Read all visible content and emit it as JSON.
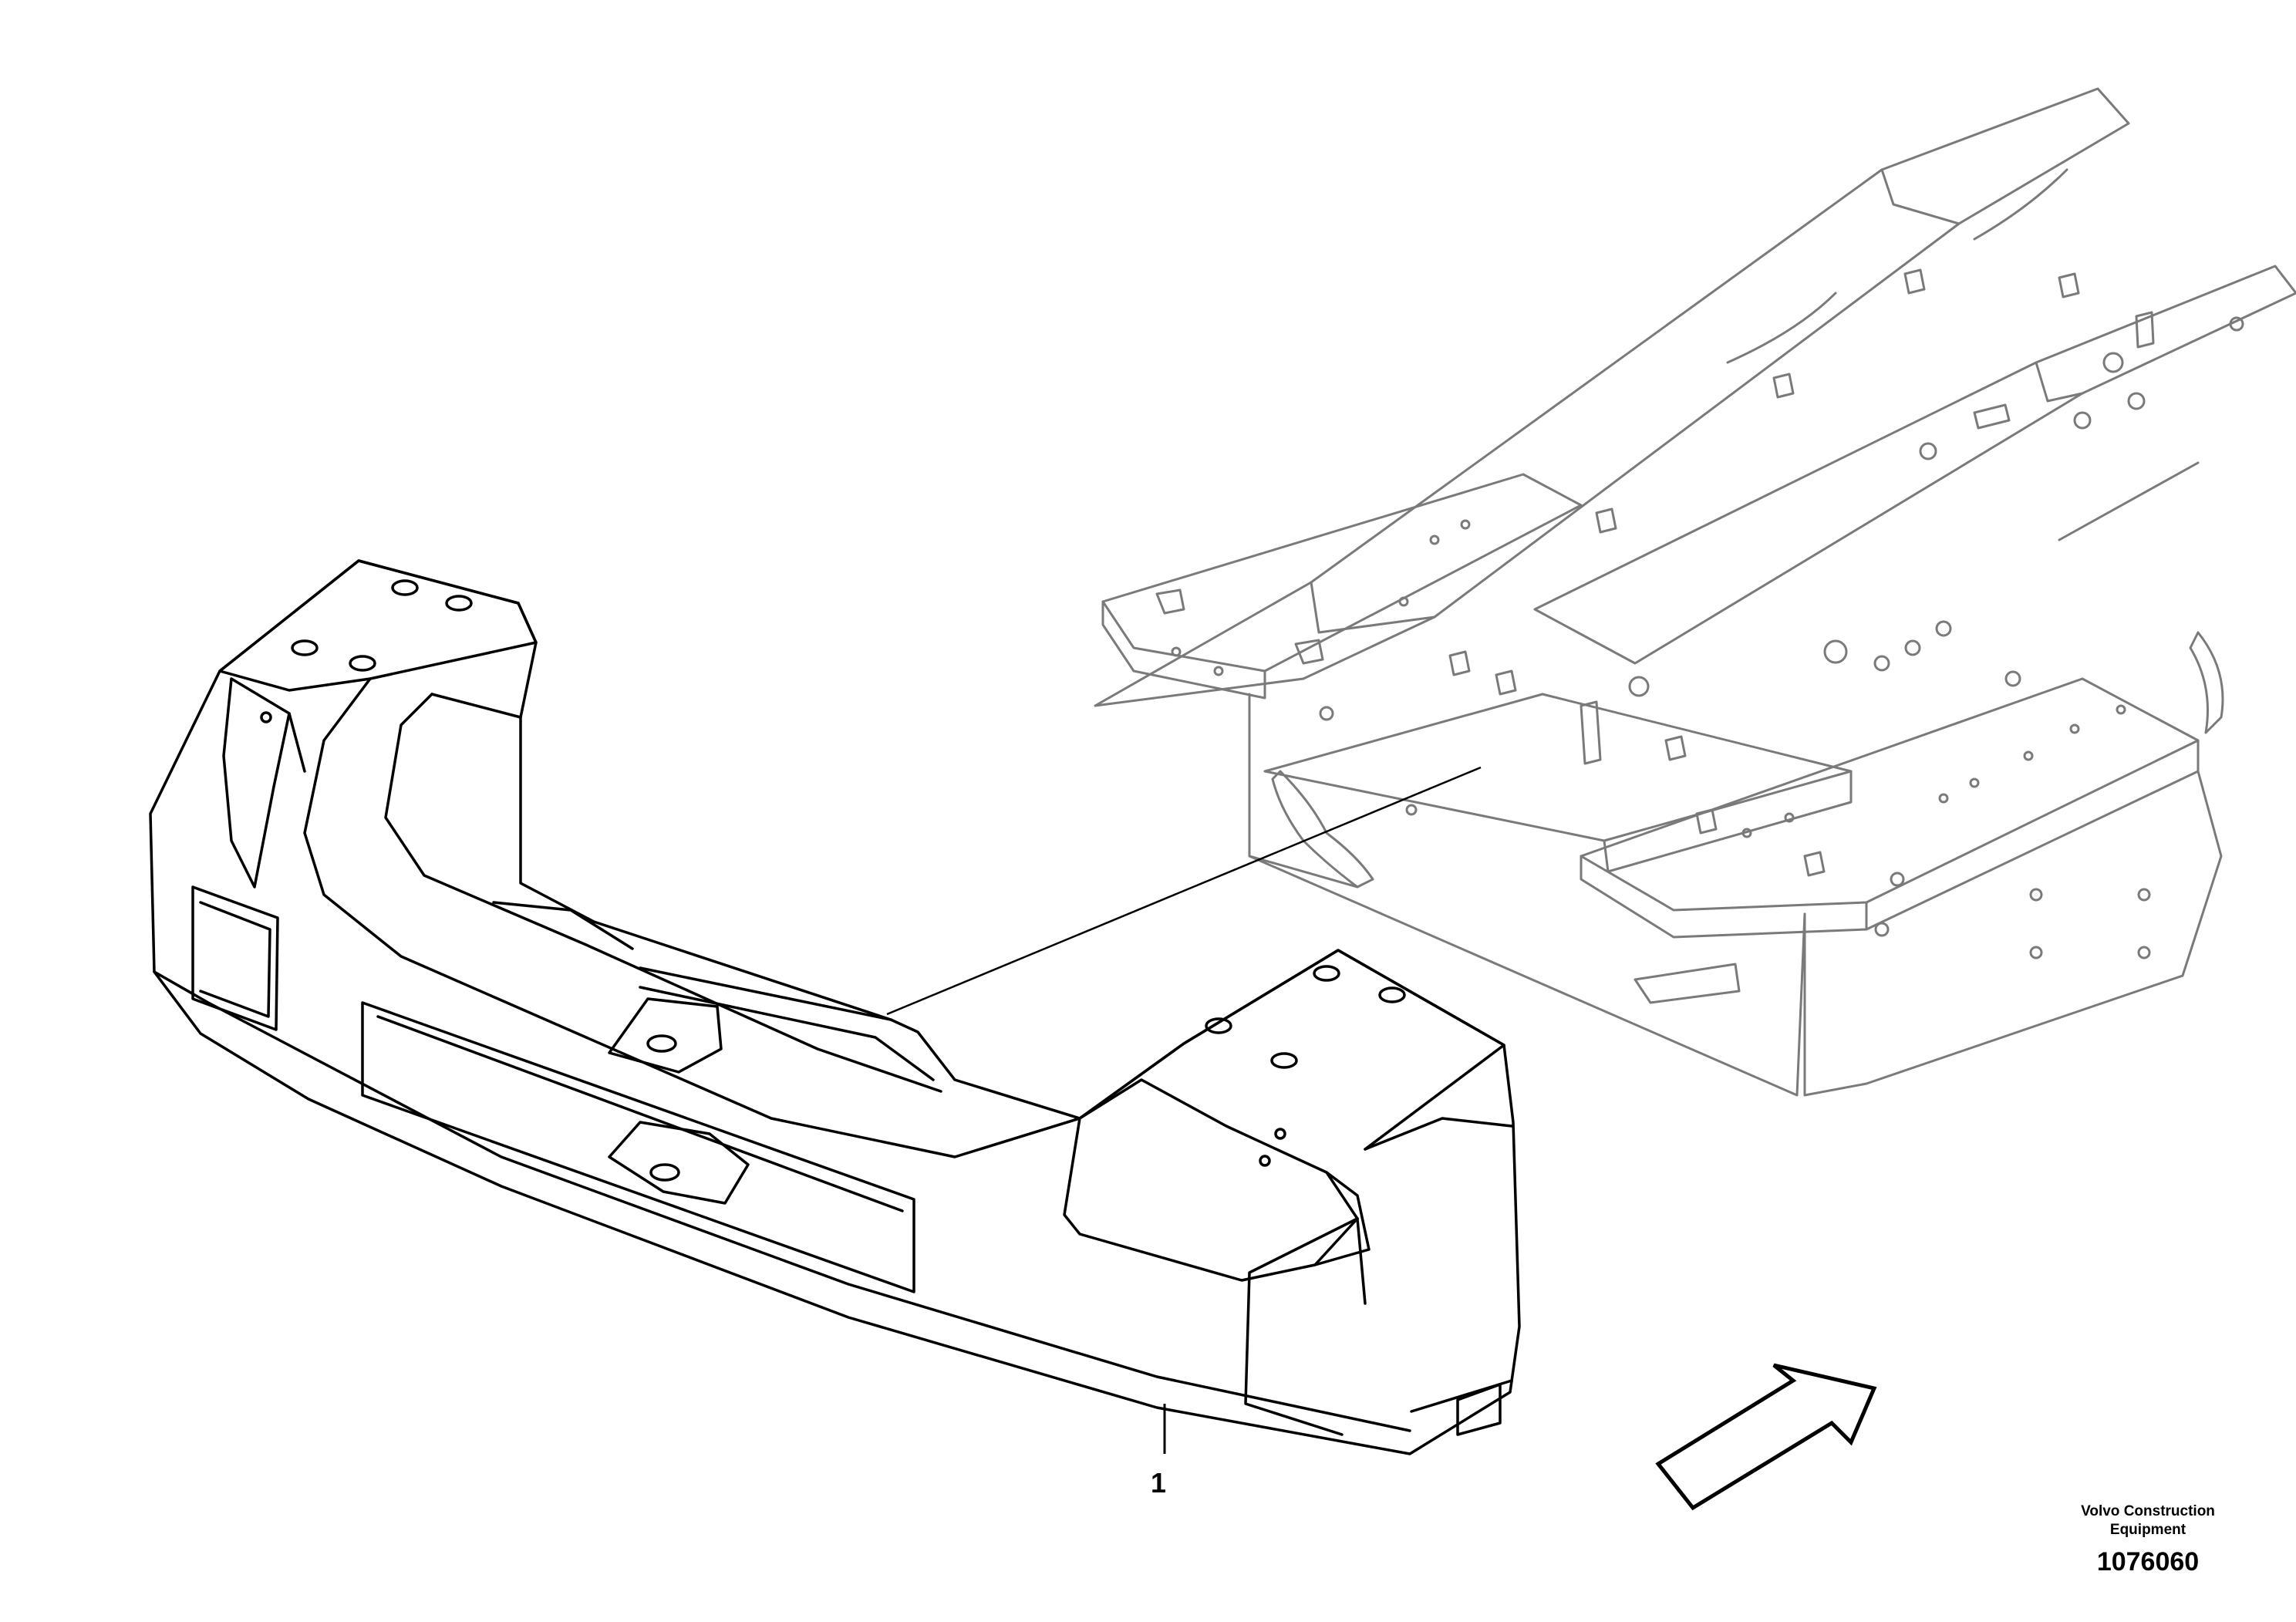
{
  "callouts": [
    {
      "label": "1"
    }
  ],
  "brand": {
    "line1": "Volvo Construction",
    "line2": "Equipment"
  },
  "doc_number": "1076060",
  "colors": {
    "background": "#ffffff",
    "primary_line": "#000000",
    "ghost_line": "#7a7a7a"
  }
}
